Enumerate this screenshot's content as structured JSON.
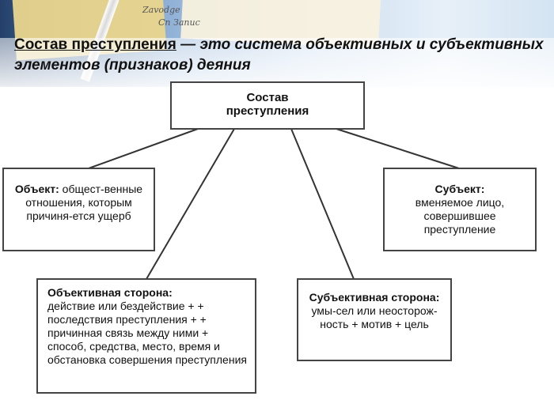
{
  "header": {
    "title_lead": "Состав преступления",
    "title_rest": " — это система объективных и субъективных элементов (признаков) деяния",
    "background_scribble_1": "Zavodge",
    "background_scribble_2": "Сп Запис"
  },
  "diagram": {
    "root": {
      "line1": "Состав",
      "line2": "преступления"
    },
    "object": {
      "bold": "Объект:",
      "text": " общест-венные отношения, которым причиня-ется ущерб"
    },
    "subject": {
      "bold": "Субъект:",
      "text": "вменяемое лицо, совершившее преступление"
    },
    "objective_side": {
      "bold": "Объективная сторона:",
      "text": "действие или бездействие + + последствия преступления + + причинная связь между ними + способ, средства, место, время и обстановка совершения преступления"
    },
    "subjective_side": {
      "bold": "Субъективная сторона:",
      "text": " умы-сел или неосторож-ность + мотив + цель"
    }
  }
}
